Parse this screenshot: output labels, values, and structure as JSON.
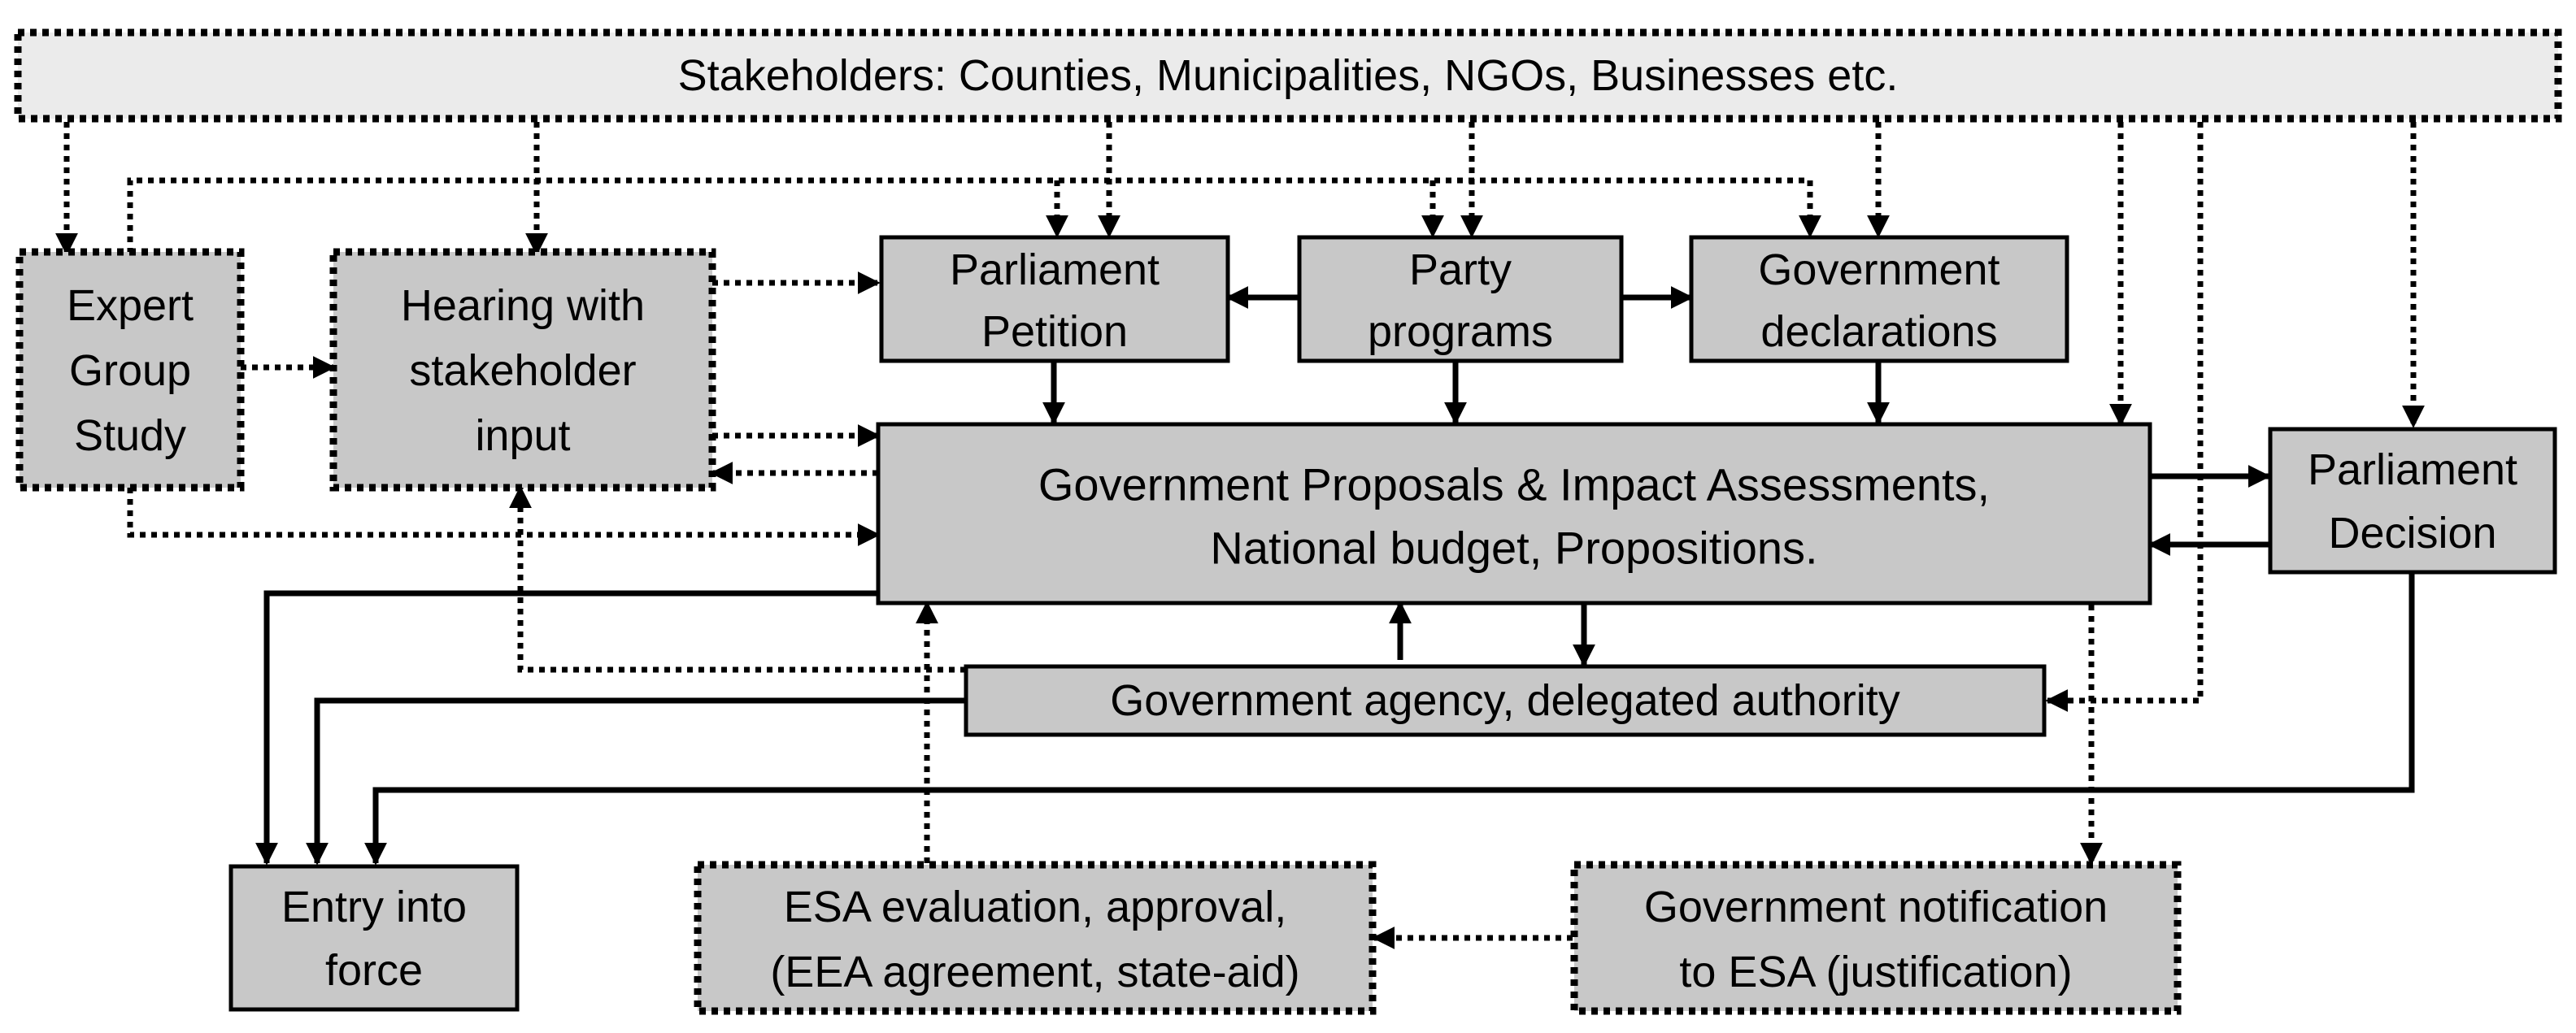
{
  "nodes": {
    "stakeholders": {
      "label": "Stakeholders: Counties, Municipalities, NGOs, Businesses etc."
    },
    "expert_group": {
      "lines": [
        "Expert",
        "Group",
        "Study"
      ]
    },
    "hearing": {
      "lines": [
        "Hearing with",
        "stakeholder",
        "input"
      ]
    },
    "parliament_petition": {
      "lines": [
        "Parliament",
        "Petition"
      ]
    },
    "party_programs": {
      "lines": [
        "Party",
        "programs"
      ]
    },
    "government_declarations": {
      "lines": [
        "Government",
        "declarations"
      ]
    },
    "government_proposals": {
      "lines": [
        "Government Proposals & Impact Assessments,",
        "National budget, Propositions."
      ]
    },
    "parliament_decision": {
      "lines": [
        "Parliament",
        "Decision"
      ]
    },
    "government_agency": {
      "label": "Government agency, delegated authority"
    },
    "entry_into_force": {
      "lines": [
        "Entry into",
        "force"
      ]
    },
    "esa_evaluation": {
      "lines": [
        "ESA evaluation, approval,",
        "(EEA agreement, state-aid)"
      ]
    },
    "government_notification": {
      "lines": [
        "Government notification",
        "to ESA (justification)"
      ]
    }
  },
  "colors": {
    "box_fill": "#c8c8c8",
    "banner_fill": "#ebebeb",
    "stroke": "#000000"
  }
}
